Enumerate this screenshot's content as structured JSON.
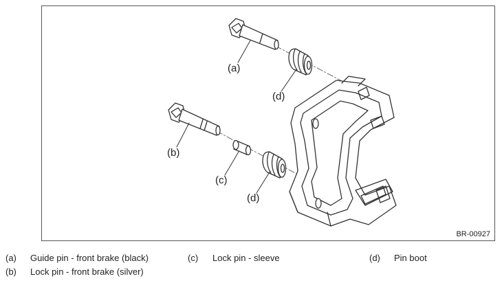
{
  "figure": {
    "id": "BR-00927",
    "callouts": {
      "a": "(a)",
      "b": "(b)",
      "c": "(c)",
      "d1": "(d)",
      "d2": "(d)"
    }
  },
  "legend": [
    {
      "key": "(a)",
      "text": "Guide pin - front brake (black)"
    },
    {
      "key": "(c)",
      "text": "Lock pin - sleeve"
    },
    {
      "key": "(d)",
      "text": "Pin boot"
    },
    {
      "key": "(b)",
      "text": "Lock pin - front brake (silver)"
    }
  ]
}
